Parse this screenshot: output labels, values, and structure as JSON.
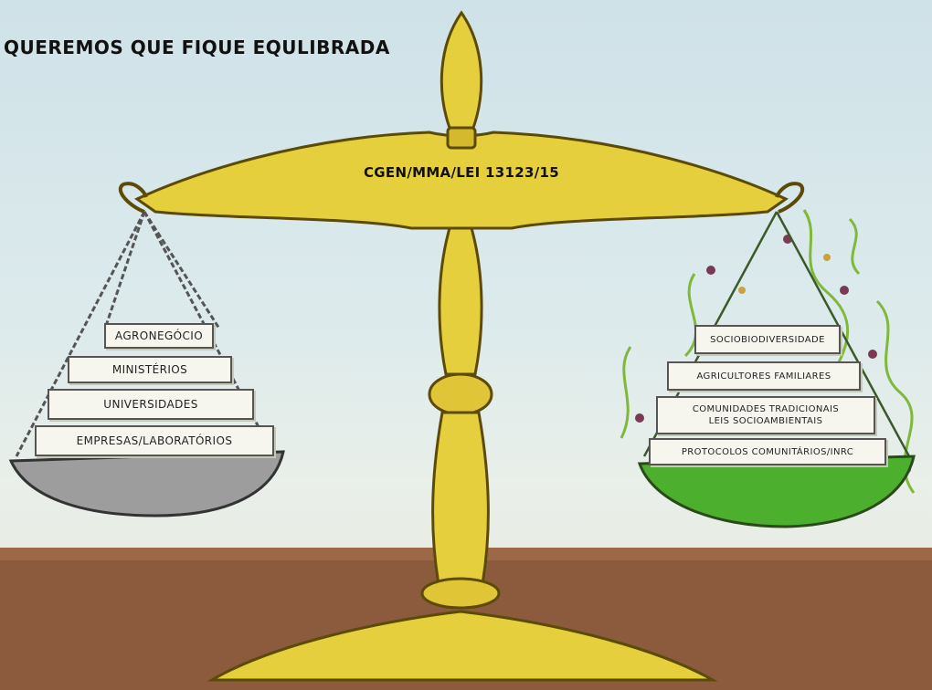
{
  "headline": "QUEREMOS QUE FIQUE EQULIBRADA",
  "beam_label": "CGEN/MMA/LEI 13123/15",
  "left_pan": {
    "items": [
      "AGRONEGÓCIO",
      "MINISTÉRIOS",
      "UNIVERSIDADES",
      "EMPRESAS/LABORATÓRIOS"
    ]
  },
  "right_pan": {
    "items": [
      "SOCIOBIODIVERSIDADE",
      "AGRICULTORES FAMILIARES",
      "COMUNIDADES TRADICIONAIS",
      "LEIS SOCIOAMBIENTAIS",
      "PROTOCOLOS COMUNITÁRIOS/INRC"
    ]
  },
  "colors": {
    "brass": "#e6cf3c",
    "brass_dark": "#8a7410",
    "left_pan": "#9d9d9d",
    "right_pan": "#4caf2e",
    "floor": "#8c5a3c",
    "vine": "#7fb83a"
  }
}
